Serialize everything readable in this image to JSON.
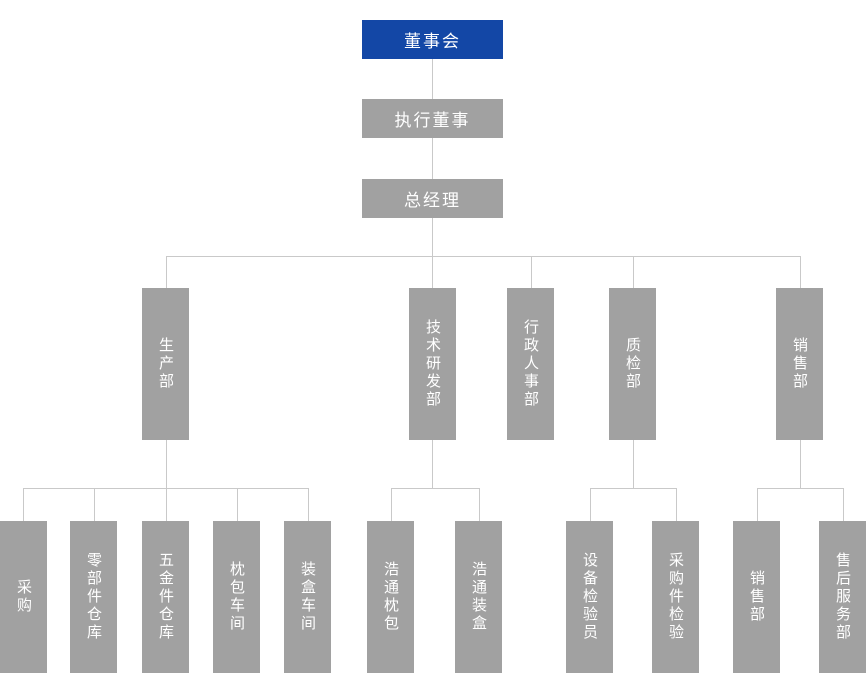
{
  "org": {
    "root": {
      "label": "董事会"
    },
    "executive_director": {
      "label": "执行董事"
    },
    "general_manager": {
      "label": "总经理"
    },
    "departments": [
      {
        "label": "生产部",
        "children": [
          "采购",
          "零部件仓库",
          "五金件仓库",
          "枕包车间",
          "装盒车间"
        ]
      },
      {
        "label": "技术研发部",
        "children": [
          "浩通枕包",
          "浩通装盒"
        ]
      },
      {
        "label": "行政人事部",
        "children": []
      },
      {
        "label": "质检部",
        "children": [
          "设备检验员",
          "采购件检验"
        ]
      },
      {
        "label": "销售部",
        "children": [
          "销售部",
          "售后服务部"
        ]
      }
    ]
  },
  "colors": {
    "root_node_bg": "#1347a6",
    "node_bg": "#a1a1a1",
    "connector_line": "#c9c9c9",
    "node_text": "#ffffff",
    "background": "#ffffff"
  }
}
